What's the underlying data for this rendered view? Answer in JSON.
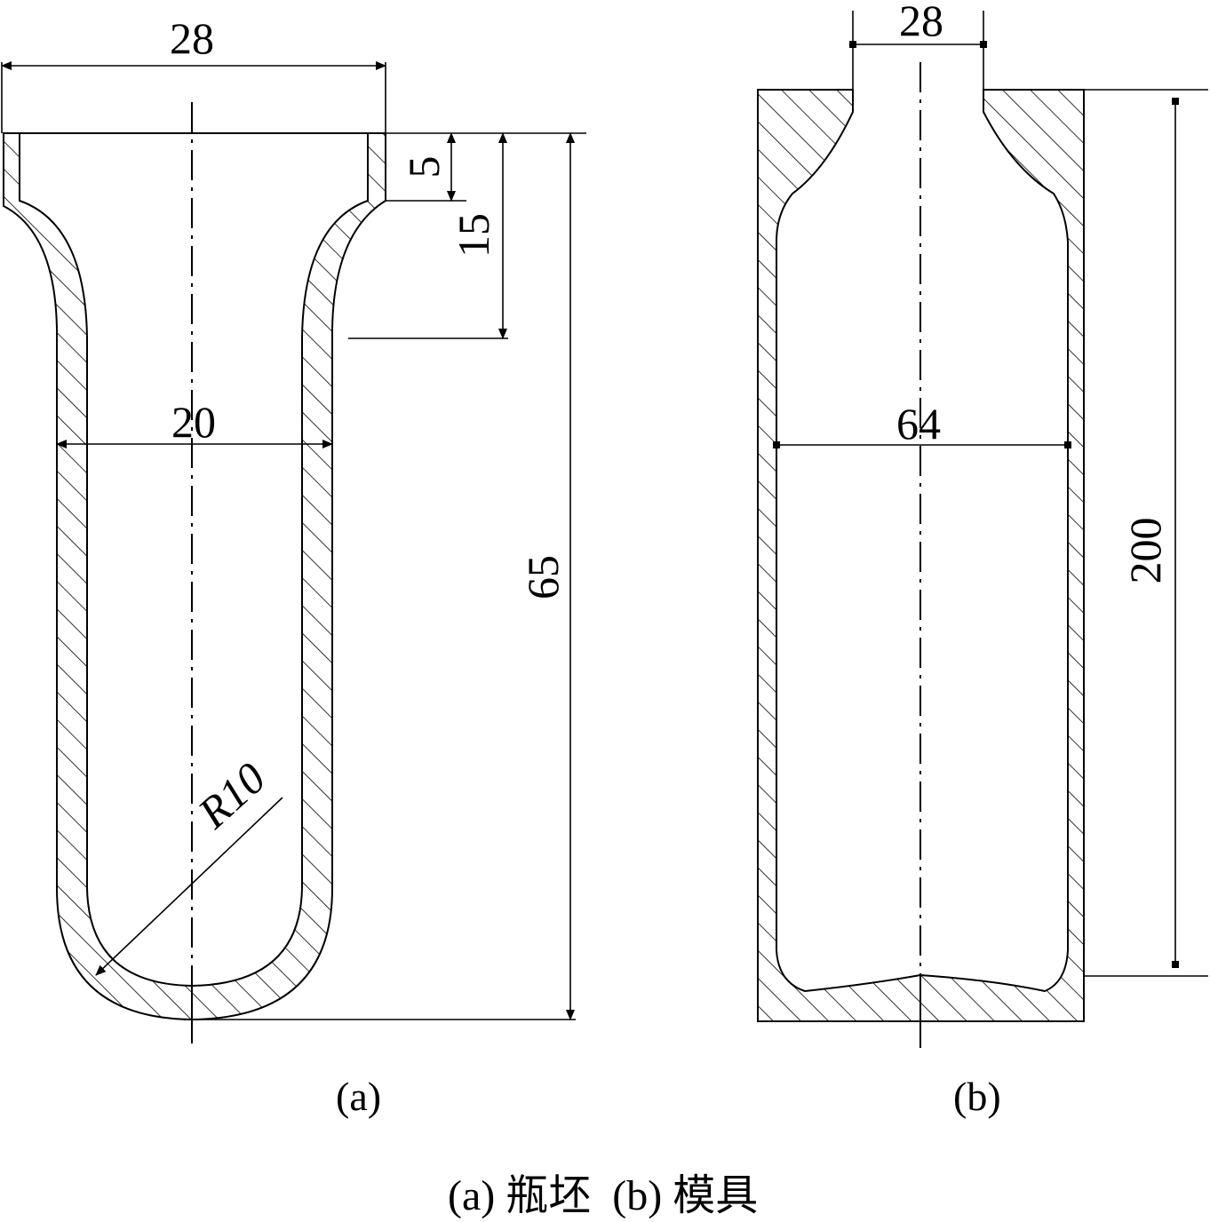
{
  "figure": {
    "preform": {
      "dims": {
        "neck_width": "28",
        "neck_height": "5",
        "shoulder_height": "15",
        "body_diameter": "20",
        "total_height": "65",
        "bottom_radius": "R10"
      },
      "label": "(a)"
    },
    "mold": {
      "dims": {
        "neck_width": "28",
        "cavity_diameter": "64",
        "cavity_height": "200"
      },
      "label": "(b)"
    },
    "caption": {
      "a": "(a) 瓶坯",
      "b": "(b) 模具"
    }
  }
}
